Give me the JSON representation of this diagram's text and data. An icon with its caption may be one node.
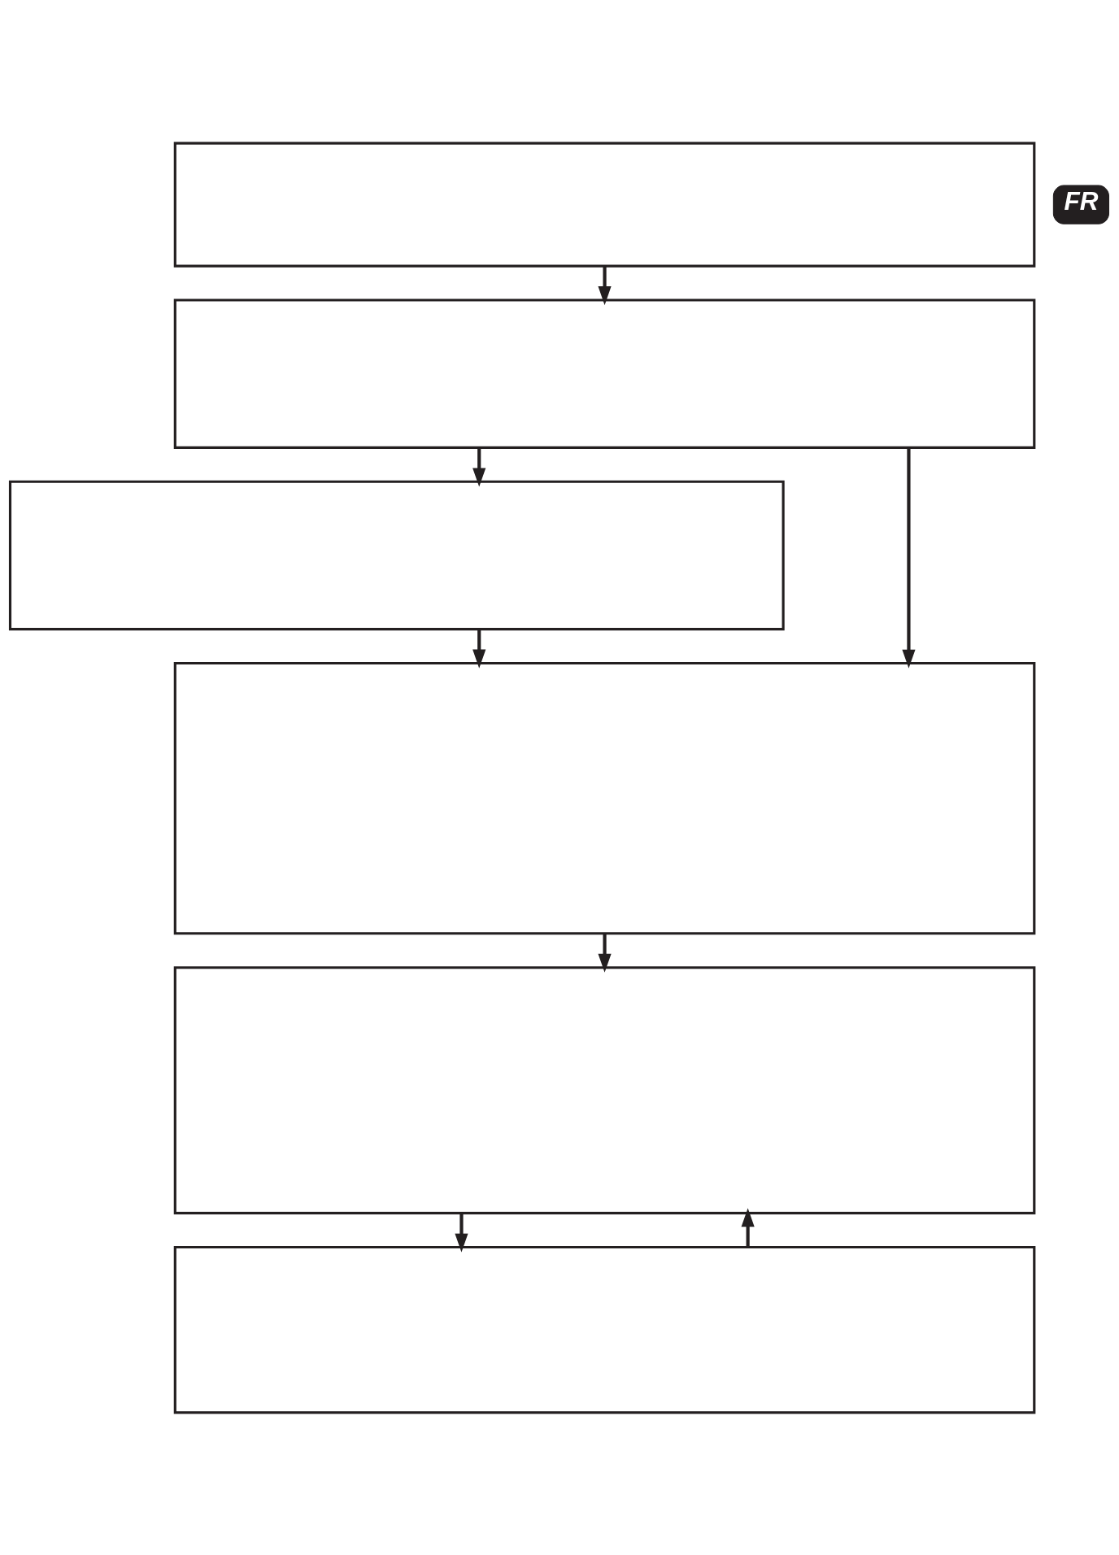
{
  "diagram": {
    "nodes": [
      {
        "text": [],
        "shape": "box"
      },
      {
        "text": [
          "FR"
        ]
      },
      {
        "text": [],
        "shape": "box"
      },
      {
        "text": [],
        "shape": "box"
      },
      {
        "text": [],
        "shape": "box"
      },
      {
        "text": [],
        "shape": "box"
      },
      {
        "text": [],
        "shape": "box"
      }
    ],
    "edges": [
      {
        "from": 0,
        "to": 2,
        "arrow": "to"
      },
      {
        "from": 2,
        "to": 3,
        "arrow": "to"
      },
      {
        "from": 2,
        "to": 4,
        "arrow": "to"
      },
      {
        "from": 3,
        "to": 4,
        "arrow": "to"
      },
      {
        "from": 4,
        "to": 5,
        "arrow": "to"
      },
      {
        "from": 5,
        "to": 6,
        "arrow": "to"
      },
      {
        "from": 6,
        "to": 5,
        "arrow": "to"
      }
    ]
  }
}
